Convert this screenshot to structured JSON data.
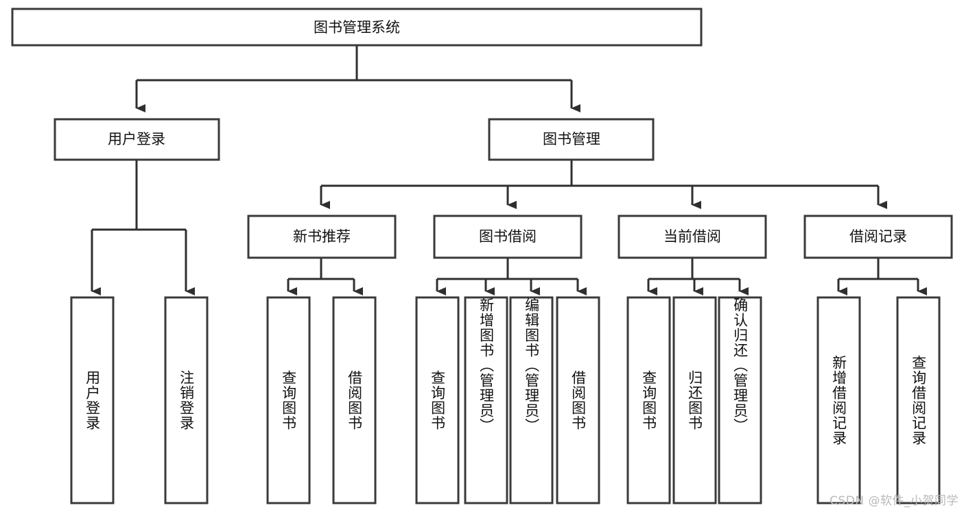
{
  "diagram": {
    "title": "图书管理系统",
    "watermark": "CSDN @软件_小贺同学",
    "colors": {
      "box_stroke": "#3a3a3a",
      "connector": "#2f2f2f",
      "background": "#ffffff",
      "text": "#111111",
      "watermark": "#b9b9b9"
    },
    "root": {
      "label": "图书管理系统"
    },
    "level2": [
      {
        "label": "用户登录"
      },
      {
        "label": "图书管理"
      }
    ],
    "level3": [
      {
        "label": "新书推荐"
      },
      {
        "label": "图书借阅"
      },
      {
        "label": "当前借阅"
      },
      {
        "label": "借阅记录"
      }
    ],
    "leaves": {
      "user_login": [
        {
          "label": "用户登录"
        },
        {
          "label": "注销登录"
        }
      ],
      "new_book_recommend": [
        {
          "label": "查询图书"
        },
        {
          "label": "借阅图书"
        }
      ],
      "book_borrow": [
        {
          "label": "查询图书"
        },
        {
          "label": "新增图书（管理员）"
        },
        {
          "label": "编辑图书（管理员）"
        },
        {
          "label": "借阅图书"
        }
      ],
      "current_borrow": [
        {
          "label": "查询图书"
        },
        {
          "label": "归还图书"
        },
        {
          "label": "确认归还（管理员）"
        }
      ],
      "borrow_records": [
        {
          "label": "新增借阅记录"
        },
        {
          "label": "查询借阅记录"
        }
      ]
    }
  }
}
